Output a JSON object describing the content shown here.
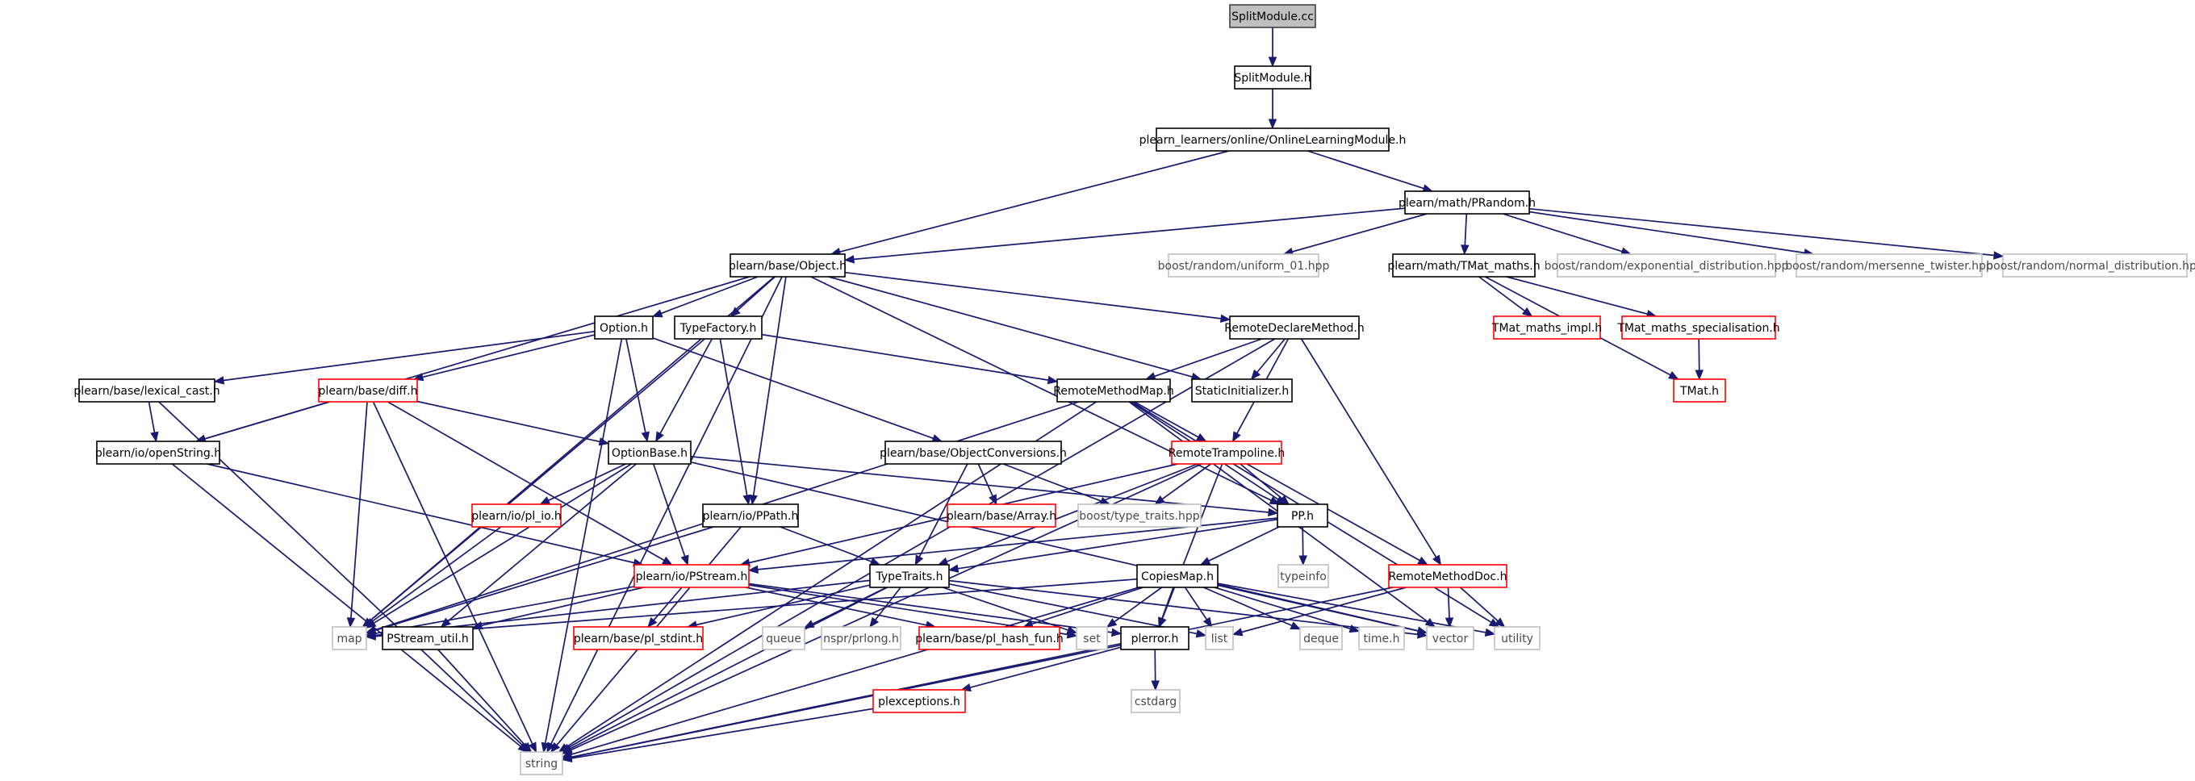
{
  "diagram": {
    "title": "SplitModule.cc include dependency graph",
    "colors": {
      "edge": "#191970",
      "border_root": "#404040",
      "fill_root": "#bfbfbf",
      "border_normal": "#000000",
      "border_truncated": "#ff0000",
      "border_system": "#bfbfbf",
      "fill_default": "#ffffff"
    },
    "nodes": [
      {
        "id": "splitmodule_cc",
        "label": "SplitModule.cc",
        "kind": "root"
      },
      {
        "id": "splitmodule_h",
        "label": "SplitModule.h",
        "kind": "normal"
      },
      {
        "id": "onlinelearningmodule_h",
        "label": "plearn_learners/online/OnlineLearningModule.h",
        "kind": "normal"
      },
      {
        "id": "object_h",
        "label": "plearn/base/Object.h",
        "kind": "normal"
      },
      {
        "id": "prandom_h",
        "label": "plearn/math/PRandom.h",
        "kind": "normal"
      },
      {
        "id": "uniform_01",
        "label": "boost/random/uniform_01.hpp",
        "kind": "system"
      },
      {
        "id": "tmat_maths",
        "label": "plearn/math/TMat_maths.h",
        "kind": "normal"
      },
      {
        "id": "exponential_distribution",
        "label": "boost/random/exponential_distribution.hpp",
        "kind": "system"
      },
      {
        "id": "mersenne_twister",
        "label": "boost/random/mersenne_twister.hpp",
        "kind": "system"
      },
      {
        "id": "normal_distribution",
        "label": "boost/random/normal_distribution.hpp",
        "kind": "system"
      },
      {
        "id": "option_h",
        "label": "Option.h",
        "kind": "normal"
      },
      {
        "id": "typefactory_h",
        "label": "TypeFactory.h",
        "kind": "normal"
      },
      {
        "id": "remotedeclaremethod_h",
        "label": "RemoteDeclareMethod.h",
        "kind": "normal"
      },
      {
        "id": "tmat_maths_impl",
        "label": "TMat_maths_impl.h",
        "kind": "truncated"
      },
      {
        "id": "tmat_maths_specialisation",
        "label": "TMat_maths_specialisation.h",
        "kind": "truncated"
      },
      {
        "id": "lexical_cast_h",
        "label": "plearn/base/lexical_cast.h",
        "kind": "normal"
      },
      {
        "id": "diff_h",
        "label": "plearn/base/diff.h",
        "kind": "truncated"
      },
      {
        "id": "remotemethodmap_h",
        "label": "RemoteMethodMap.h",
        "kind": "normal"
      },
      {
        "id": "staticinitializer_h",
        "label": "StaticInitializer.h",
        "kind": "normal"
      },
      {
        "id": "tmat_h",
        "label": "TMat.h",
        "kind": "truncated"
      },
      {
        "id": "openstring_h",
        "label": "plearn/io/openString.h",
        "kind": "normal"
      },
      {
        "id": "optionbase_h",
        "label": "OptionBase.h",
        "kind": "normal"
      },
      {
        "id": "objectconversions_h",
        "label": "plearn/base/ObjectConversions.h",
        "kind": "normal"
      },
      {
        "id": "remotetrampoline_h",
        "label": "RemoteTrampoline.h",
        "kind": "truncated"
      },
      {
        "id": "pl_io_h",
        "label": "plearn/io/pl_io.h",
        "kind": "truncated"
      },
      {
        "id": "array_h",
        "label": "plearn/base/Array.h",
        "kind": "truncated"
      },
      {
        "id": "type_traits_hpp",
        "label": "boost/type_traits.hpp",
        "kind": "system"
      },
      {
        "id": "ppath_h",
        "label": "plearn/io/PPath.h",
        "kind": "normal"
      },
      {
        "id": "pp_h",
        "label": "PP.h",
        "kind": "normal"
      },
      {
        "id": "typeinfo",
        "label": "typeinfo",
        "kind": "system"
      },
      {
        "id": "pstream_h",
        "label": "plearn/io/PStream.h",
        "kind": "truncated"
      },
      {
        "id": "typetraits_h",
        "label": "TypeTraits.h",
        "kind": "normal"
      },
      {
        "id": "copiesmap_h",
        "label": "CopiesMap.h",
        "kind": "normal"
      },
      {
        "id": "remotemethoddoc_h",
        "label": "RemoteMethodDoc.h",
        "kind": "truncated"
      },
      {
        "id": "map",
        "label": "map",
        "kind": "system"
      },
      {
        "id": "pstream_util_h",
        "label": "PStream_util.h",
        "kind": "normal"
      },
      {
        "id": "pl_stdint_h",
        "label": "plearn/base/pl_stdint.h",
        "kind": "truncated"
      },
      {
        "id": "queue",
        "label": "queue",
        "kind": "system"
      },
      {
        "id": "prlong_h",
        "label": "nspr/prlong.h",
        "kind": "system"
      },
      {
        "id": "pl_hash_fun_h",
        "label": "plearn/base/pl_hash_fun.h",
        "kind": "truncated"
      },
      {
        "id": "set",
        "label": "set",
        "kind": "system"
      },
      {
        "id": "plerror_h",
        "label": "plerror.h",
        "kind": "normal"
      },
      {
        "id": "list",
        "label": "list",
        "kind": "system"
      },
      {
        "id": "deque",
        "label": "deque",
        "kind": "system"
      },
      {
        "id": "time_h",
        "label": "time.h",
        "kind": "system"
      },
      {
        "id": "vector",
        "label": "vector",
        "kind": "system"
      },
      {
        "id": "utility",
        "label": "utility",
        "kind": "system"
      },
      {
        "id": "cstdarg",
        "label": "cstdarg",
        "kind": "system"
      },
      {
        "id": "plexceptions_h",
        "label": "plexceptions.h",
        "kind": "truncated"
      },
      {
        "id": "string",
        "label": "string",
        "kind": "system"
      }
    ],
    "edges": [
      [
        "splitmodule_cc",
        "splitmodule_h"
      ],
      [
        "splitmodule_h",
        "onlinelearningmodule_h"
      ],
      [
        "onlinelearningmodule_h",
        "object_h"
      ],
      [
        "onlinelearningmodule_h",
        "prandom_h"
      ],
      [
        "prandom_h",
        "object_h"
      ],
      [
        "prandom_h",
        "uniform_01"
      ],
      [
        "prandom_h",
        "tmat_maths"
      ],
      [
        "prandom_h",
        "exponential_distribution"
      ],
      [
        "prandom_h",
        "mersenne_twister"
      ],
      [
        "prandom_h",
        "normal_distribution"
      ],
      [
        "object_h",
        "string"
      ],
      [
        "object_h",
        "openstring_h"
      ],
      [
        "object_h",
        "map"
      ],
      [
        "object_h",
        "option_h"
      ],
      [
        "object_h",
        "typefactory_h"
      ],
      [
        "object_h",
        "ppath_h"
      ],
      [
        "object_h",
        "staticinitializer_h"
      ],
      [
        "object_h",
        "remotedeclaremethod_h"
      ],
      [
        "object_h",
        "pp_h"
      ],
      [
        "tmat_maths",
        "tmat_maths_impl"
      ],
      [
        "tmat_maths",
        "tmat_maths_specialisation"
      ],
      [
        "tmat_maths",
        "tmat_h"
      ],
      [
        "tmat_maths_specialisation",
        "tmat_h"
      ],
      [
        "option_h",
        "lexical_cast_h"
      ],
      [
        "option_h",
        "diff_h"
      ],
      [
        "option_h",
        "optionbase_h"
      ],
      [
        "option_h",
        "objectconversions_h"
      ],
      [
        "option_h",
        "string"
      ],
      [
        "typefactory_h",
        "map"
      ],
      [
        "typefactory_h",
        "optionbase_h"
      ],
      [
        "typefactory_h",
        "ppath_h"
      ],
      [
        "typefactory_h",
        "remotemethodmap_h"
      ],
      [
        "remotedeclaremethod_h",
        "remotemethodmap_h"
      ],
      [
        "remotedeclaremethod_h",
        "staticinitializer_h"
      ],
      [
        "remotedeclaremethod_h",
        "remotetrampoline_h"
      ],
      [
        "remotedeclaremethod_h",
        "remotemethoddoc_h"
      ],
      [
        "remotedeclaremethod_h",
        "string"
      ],
      [
        "lexical_cast_h",
        "openstring_h"
      ],
      [
        "lexical_cast_h",
        "string"
      ],
      [
        "diff_h",
        "openstring_h"
      ],
      [
        "diff_h",
        "optionbase_h"
      ],
      [
        "diff_h",
        "map"
      ],
      [
        "diff_h",
        "pstream_h"
      ],
      [
        "diff_h",
        "string"
      ],
      [
        "openstring_h",
        "pstream_h"
      ],
      [
        "openstring_h",
        "string"
      ],
      [
        "remotemethodmap_h",
        "map"
      ],
      [
        "remotemethodmap_h",
        "remotetrampoline_h"
      ],
      [
        "remotemethodmap_h",
        "pp_h"
      ],
      [
        "remotemethodmap_h",
        "vector"
      ],
      [
        "remotemethodmap_h",
        "string"
      ],
      [
        "remotemethodmap_h",
        "utility"
      ],
      [
        "optionbase_h",
        "pl_io_h"
      ],
      [
        "optionbase_h",
        "pstream_h"
      ],
      [
        "optionbase_h",
        "pp_h"
      ],
      [
        "optionbase_h",
        "pstream_util_h"
      ],
      [
        "optionbase_h",
        "vector"
      ],
      [
        "optionbase_h",
        "map"
      ],
      [
        "objectconversions_h",
        "array_h"
      ],
      [
        "objectconversions_h",
        "type_traits_hpp"
      ],
      [
        "objectconversions_h",
        "typetraits_h"
      ],
      [
        "remotetrampoline_h",
        "type_traits_hpp"
      ],
      [
        "remotetrampoline_h",
        "pp_h"
      ],
      [
        "remotetrampoline_h",
        "remotemethoddoc_h"
      ],
      [
        "remotetrampoline_h",
        "pstream_h"
      ],
      [
        "remotetrampoline_h",
        "typetraits_h"
      ],
      [
        "remotetrampoline_h",
        "plerror_h"
      ],
      [
        "remotetrampoline_h",
        "string"
      ],
      [
        "pl_io_h",
        "map"
      ],
      [
        "ppath_h",
        "typetraits_h"
      ],
      [
        "ppath_h",
        "map"
      ],
      [
        "ppath_h",
        "string"
      ],
      [
        "pp_h",
        "typeinfo"
      ],
      [
        "pp_h",
        "copiesmap_h"
      ],
      [
        "pp_h",
        "pstream_h"
      ],
      [
        "pp_h",
        "typetraits_h"
      ],
      [
        "pstream_h",
        "map"
      ],
      [
        "pstream_h",
        "pstream_util_h"
      ],
      [
        "pstream_h",
        "pl_stdint_h"
      ],
      [
        "pstream_h",
        "pl_hash_fun_h"
      ],
      [
        "pstream_h",
        "set"
      ],
      [
        "pstream_h",
        "plerror_h"
      ],
      [
        "typetraits_h",
        "map"
      ],
      [
        "typetraits_h",
        "queue"
      ],
      [
        "typetraits_h",
        "prlong_h"
      ],
      [
        "typetraits_h",
        "set"
      ],
      [
        "typetraits_h",
        "list"
      ],
      [
        "typetraits_h",
        "vector"
      ],
      [
        "typetraits_h",
        "pl_stdint_h"
      ],
      [
        "typetraits_h",
        "string"
      ],
      [
        "copiesmap_h",
        "pl_hash_fun_h"
      ],
      [
        "copiesmap_h",
        "set"
      ],
      [
        "copiesmap_h",
        "plerror_h"
      ],
      [
        "copiesmap_h",
        "list"
      ],
      [
        "copiesmap_h",
        "deque"
      ],
      [
        "copiesmap_h",
        "time_h"
      ],
      [
        "copiesmap_h",
        "vector"
      ],
      [
        "copiesmap_h",
        "utility"
      ],
      [
        "copiesmap_h",
        "string"
      ],
      [
        "copiesmap_h",
        "map"
      ],
      [
        "remotemethoddoc_h",
        "list"
      ],
      [
        "remotemethoddoc_h",
        "vector"
      ],
      [
        "remotemethoddoc_h",
        "utility"
      ],
      [
        "remotemethoddoc_h",
        "string"
      ],
      [
        "pstream_util_h",
        "string"
      ],
      [
        "plerror_h",
        "plexceptions_h"
      ],
      [
        "plerror_h",
        "cstdarg"
      ],
      [
        "plerror_h",
        "string"
      ],
      [
        "plexceptions_h",
        "string"
      ]
    ]
  }
}
